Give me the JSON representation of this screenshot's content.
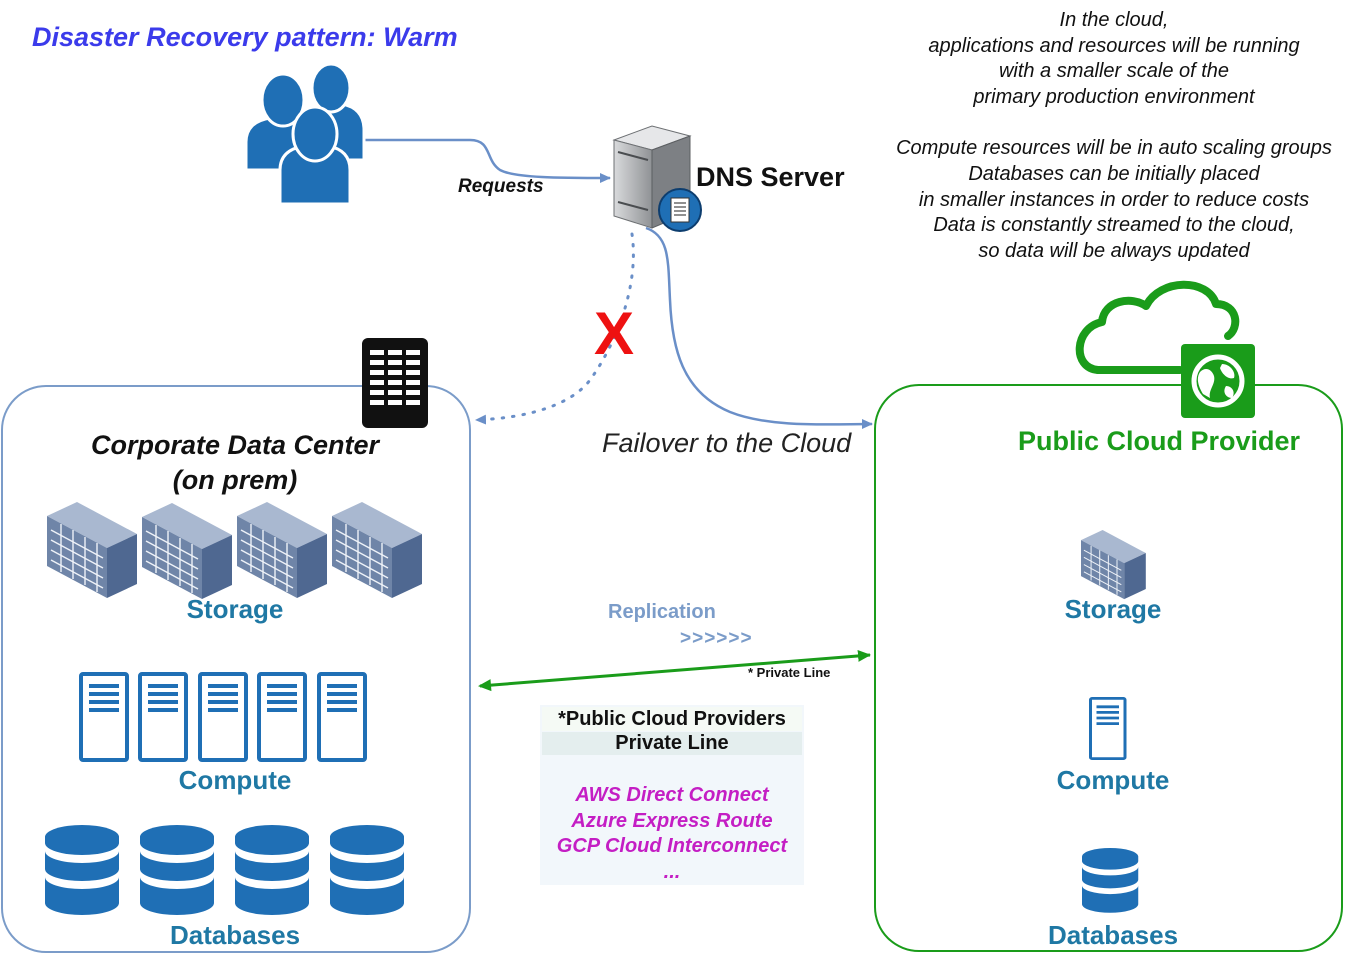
{
  "diagram": {
    "title": "Disaster Recovery pattern: Warm",
    "note": [
      "In the cloud,",
      "applications and resources will be running",
      "with a smaller scale of the",
      "primary production environment",
      "",
      "Compute resources will be in auto scaling groups",
      "Databases can be initially placed",
      "in smaller instances in order to reduce costs",
      "Data is constantly streamed to the cloud,",
      "so data will be always updated"
    ],
    "nodes": {
      "users": {
        "icon": "users-icon"
      },
      "dns_server": {
        "label": "DNS Server",
        "icon": "server-icon"
      },
      "corporate_dc": {
        "title_line1": "Corporate Data Center",
        "title_line2": "(on prem)",
        "icon": "building-icon",
        "storage_label": "Storage",
        "compute_label": "Compute",
        "databases_label": "Databases"
      },
      "public_cloud": {
        "title": "Public Cloud Provider",
        "icon": "cloud-globe-icon",
        "storage_label": "Storage",
        "compute_label": "Compute",
        "databases_label": "Databases"
      }
    },
    "edges": {
      "requests_label": "Requests",
      "failover_label": "Failover to the Cloud",
      "failed_marker": "X",
      "replication_label": "Replication",
      "replication_arrows": ">>>>>>",
      "private_line_label": "* Private Line"
    },
    "private_line_box": {
      "header1": "*Public Cloud Providers",
      "header2": "Private Line",
      "providers": [
        "AWS Direct Connect",
        "Azure Express Route",
        "GCP Cloud Interconnect",
        "..."
      ]
    },
    "colors": {
      "title": "#3b3beb",
      "on_prem_border": "#7b9cc9",
      "cloud_green": "#1a9c1a",
      "icon_blue": "#1f6fb5",
      "label_teal": "#1f78a4",
      "fail_red": "#ee1111",
      "provider_magenta": "#c41ec4"
    }
  }
}
